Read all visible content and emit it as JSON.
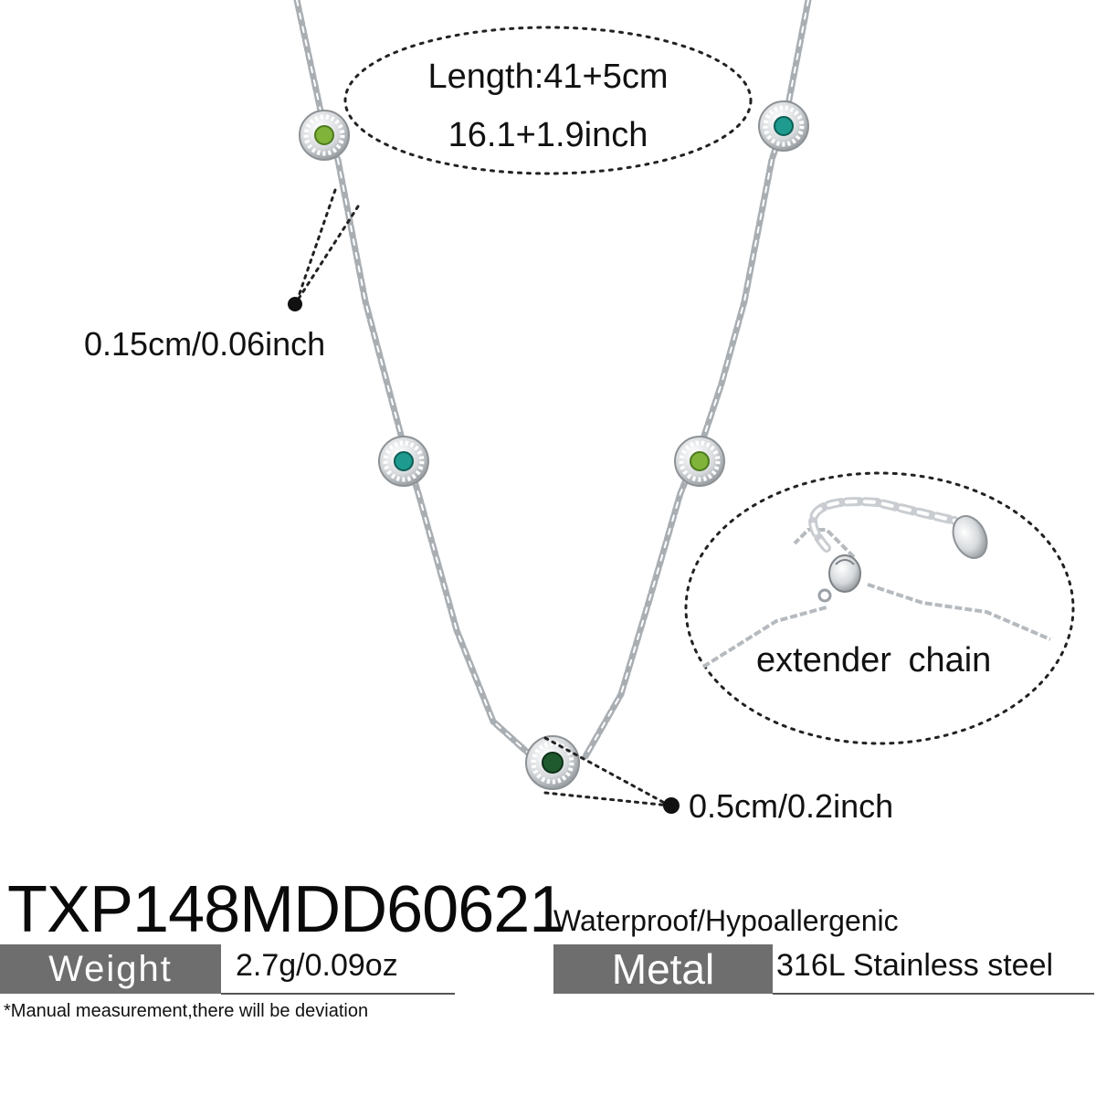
{
  "product": {
    "sku": "TXP148MDD60621",
    "features": "Waterproof/Hypoallergenic",
    "length_line1": "Length:41+5cm",
    "length_line2": "16.1+1.9inch",
    "chain_width": "0.15cm/0.06inch",
    "charm_size": "0.5cm/0.2inch",
    "extender_label": "extender  chain"
  },
  "specs": {
    "weight_label": "Weight",
    "weight_value": "2.7g/0.09oz",
    "metal_label": "Metal",
    "metal_value": "316L Stainless steel"
  },
  "footnote": "*Manual measurement,there will be deviation",
  "colors": {
    "label_box": "#6e6e6e",
    "silver": "#b8bcc0",
    "stone_lime": "#7fb33a",
    "stone_teal": "#1e9a8e",
    "stone_dark_green": "#1f5a2e"
  },
  "icons": {
    "charm": "round-halo-pendant",
    "clasp": "lobster-clasp"
  }
}
